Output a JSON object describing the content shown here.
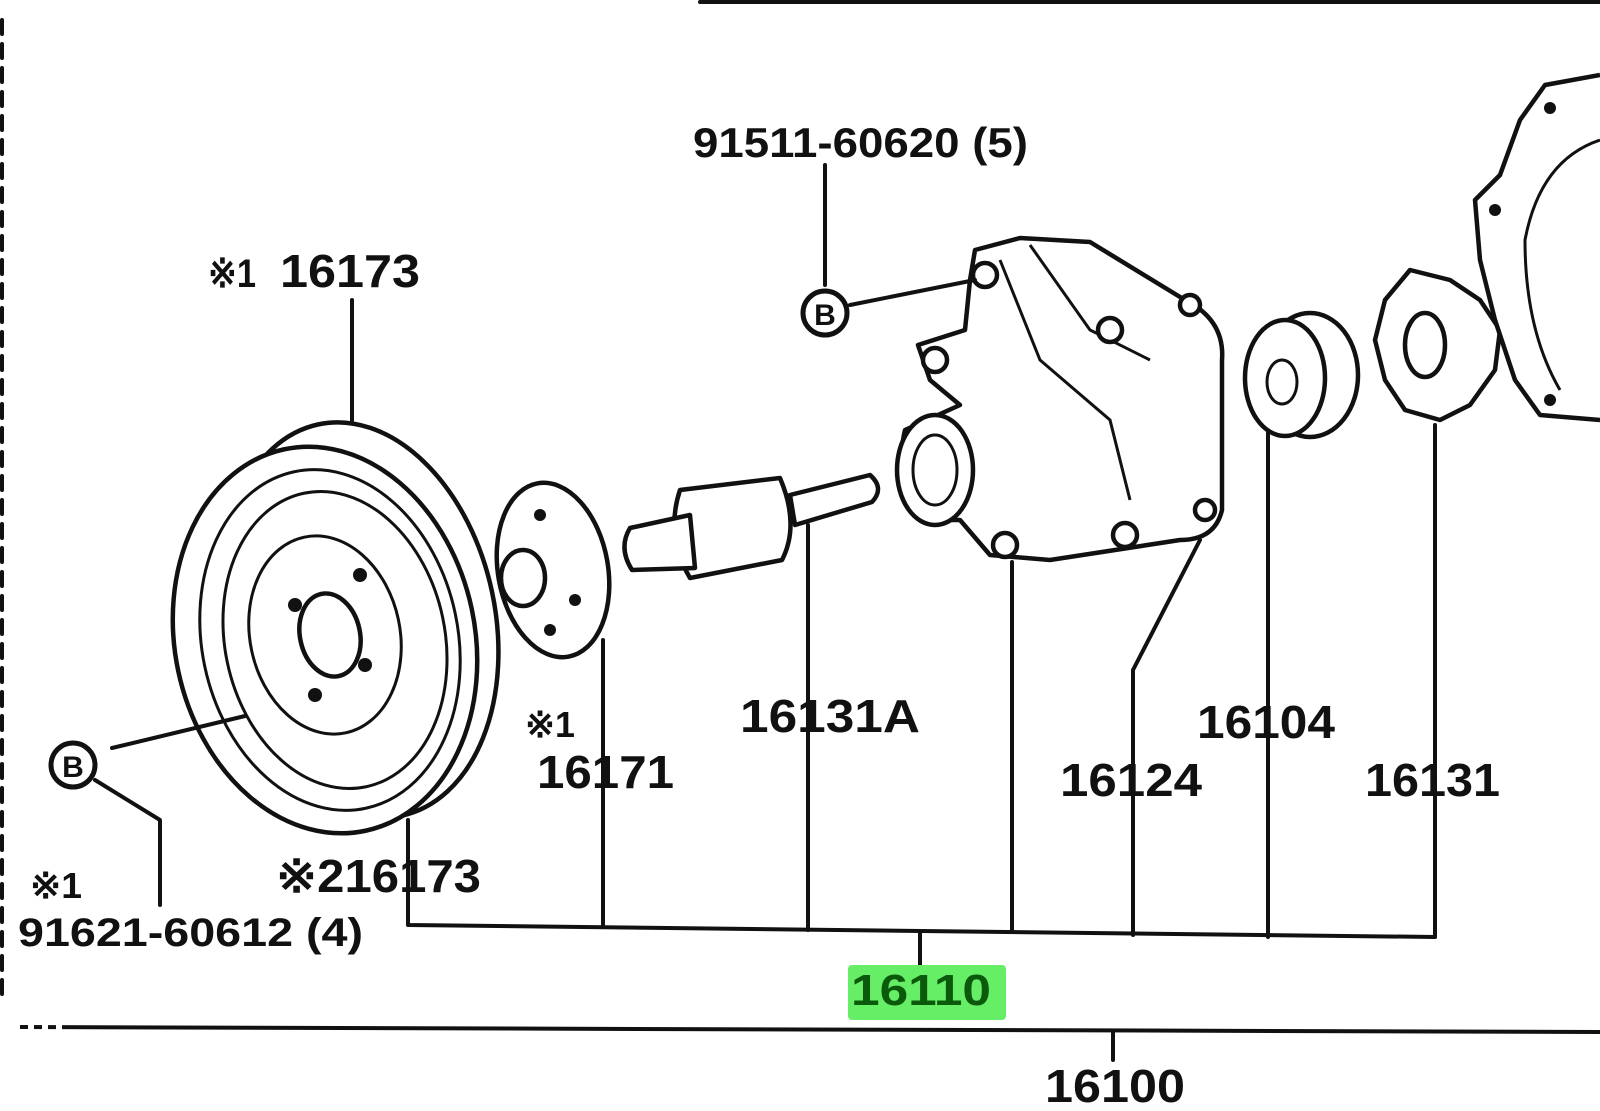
{
  "diagram": {
    "highlight_color": "#66ee66",
    "callout_letter": "B",
    "labels": {
      "bolt_top": "91511-60620 (5)",
      "pulley_note": "※1",
      "pulley": "16173",
      "shaft": "16131A",
      "hub_note": "※1",
      "hub": "16171",
      "seal": "16104",
      "body": "16124",
      "impeller": "16131",
      "bolt_bottom_note": "※1",
      "bolt_bottom": "91621-60612 (4)",
      "pulley2": "※216173",
      "assembly": "16110",
      "parent_assembly": "16100"
    }
  }
}
